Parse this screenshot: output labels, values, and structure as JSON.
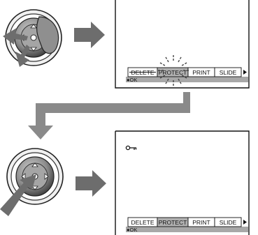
{
  "screens": [
    {
      "menu_items": [
        {
          "label": "DELETE",
          "struck": true,
          "highlighted": false
        },
        {
          "label": "PROTECT",
          "struck": false,
          "highlighted": true
        },
        {
          "label": "PRINT",
          "struck": false,
          "highlighted": false
        },
        {
          "label": "SLIDE",
          "struck": false,
          "highlighted": false
        }
      ],
      "ok_label": "●OK",
      "show_key_icon": false,
      "show_flash": true
    },
    {
      "menu_items": [
        {
          "label": "DELETE",
          "struck": false,
          "highlighted": false
        },
        {
          "label": "PROTECT",
          "struck": false,
          "highlighted": true
        },
        {
          "label": "PRINT",
          "struck": false,
          "highlighted": false
        },
        {
          "label": "SLIDE",
          "struck": false,
          "highlighted": false
        }
      ],
      "ok_label": "●OK",
      "show_key_icon": true,
      "show_flash": false
    }
  ],
  "colors": {
    "arrow": "#6d6d6d",
    "connector": "#8a8a8a",
    "highlight": "#b0b0b0",
    "status_bar": "#a8a8a8",
    "ink": "#111111"
  },
  "icons": [
    "control-dial-icon",
    "right-arrow-icon",
    "key-icon",
    "flash-icon",
    "more-triangle-icon"
  ]
}
